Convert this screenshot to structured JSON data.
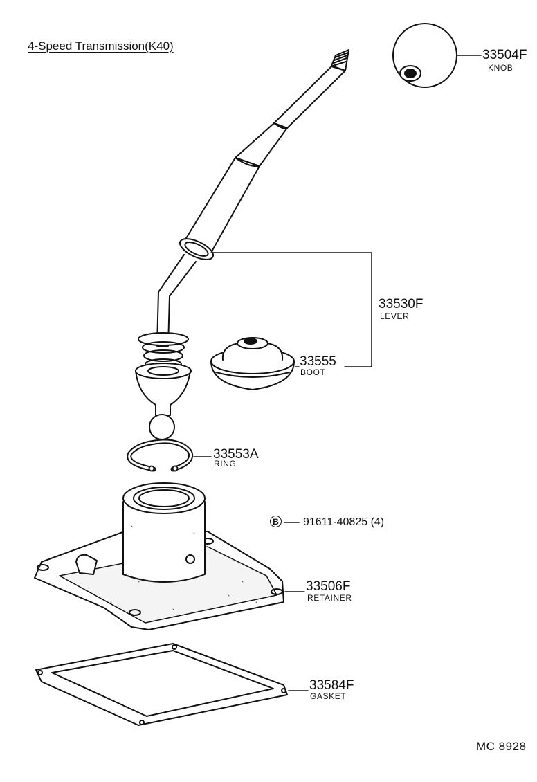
{
  "title": "4-Speed Transmission(K40)",
  "diagram_code": "MC  8928",
  "parts": [
    {
      "number": "33504F",
      "name": "KNOB"
    },
    {
      "number": "33530F",
      "name": "LEVER"
    },
    {
      "number": "33555",
      "name": "BOOT"
    },
    {
      "number": "33553A",
      "name": "RING"
    },
    {
      "number": "91611-40825 (4)",
      "name": "",
      "marker": "B"
    },
    {
      "number": "33506F",
      "name": "RETAINER"
    },
    {
      "number": "33584F",
      "name": "GASKET"
    }
  ],
  "colors": {
    "ink": "#111111",
    "paper": "#ffffff"
  }
}
